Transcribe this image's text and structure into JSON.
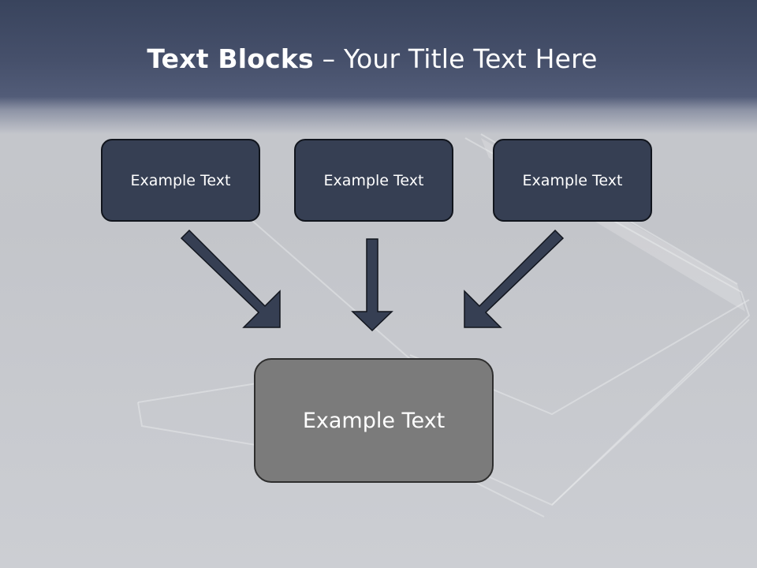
{
  "slide": {
    "title_bold": "Text Blocks",
    "title_separator": "–",
    "title_rest": "Your Title Text Here",
    "blocks": [
      {
        "label": "Example Text"
      },
      {
        "label": "Example Text"
      },
      {
        "label": "Example Text"
      }
    ],
    "target": {
      "label": "Example Text"
    }
  },
  "colors": {
    "header": "#46506b",
    "block_fill": "#363f53",
    "target_fill": "#7b7b7b",
    "arrow": "#363f53"
  }
}
